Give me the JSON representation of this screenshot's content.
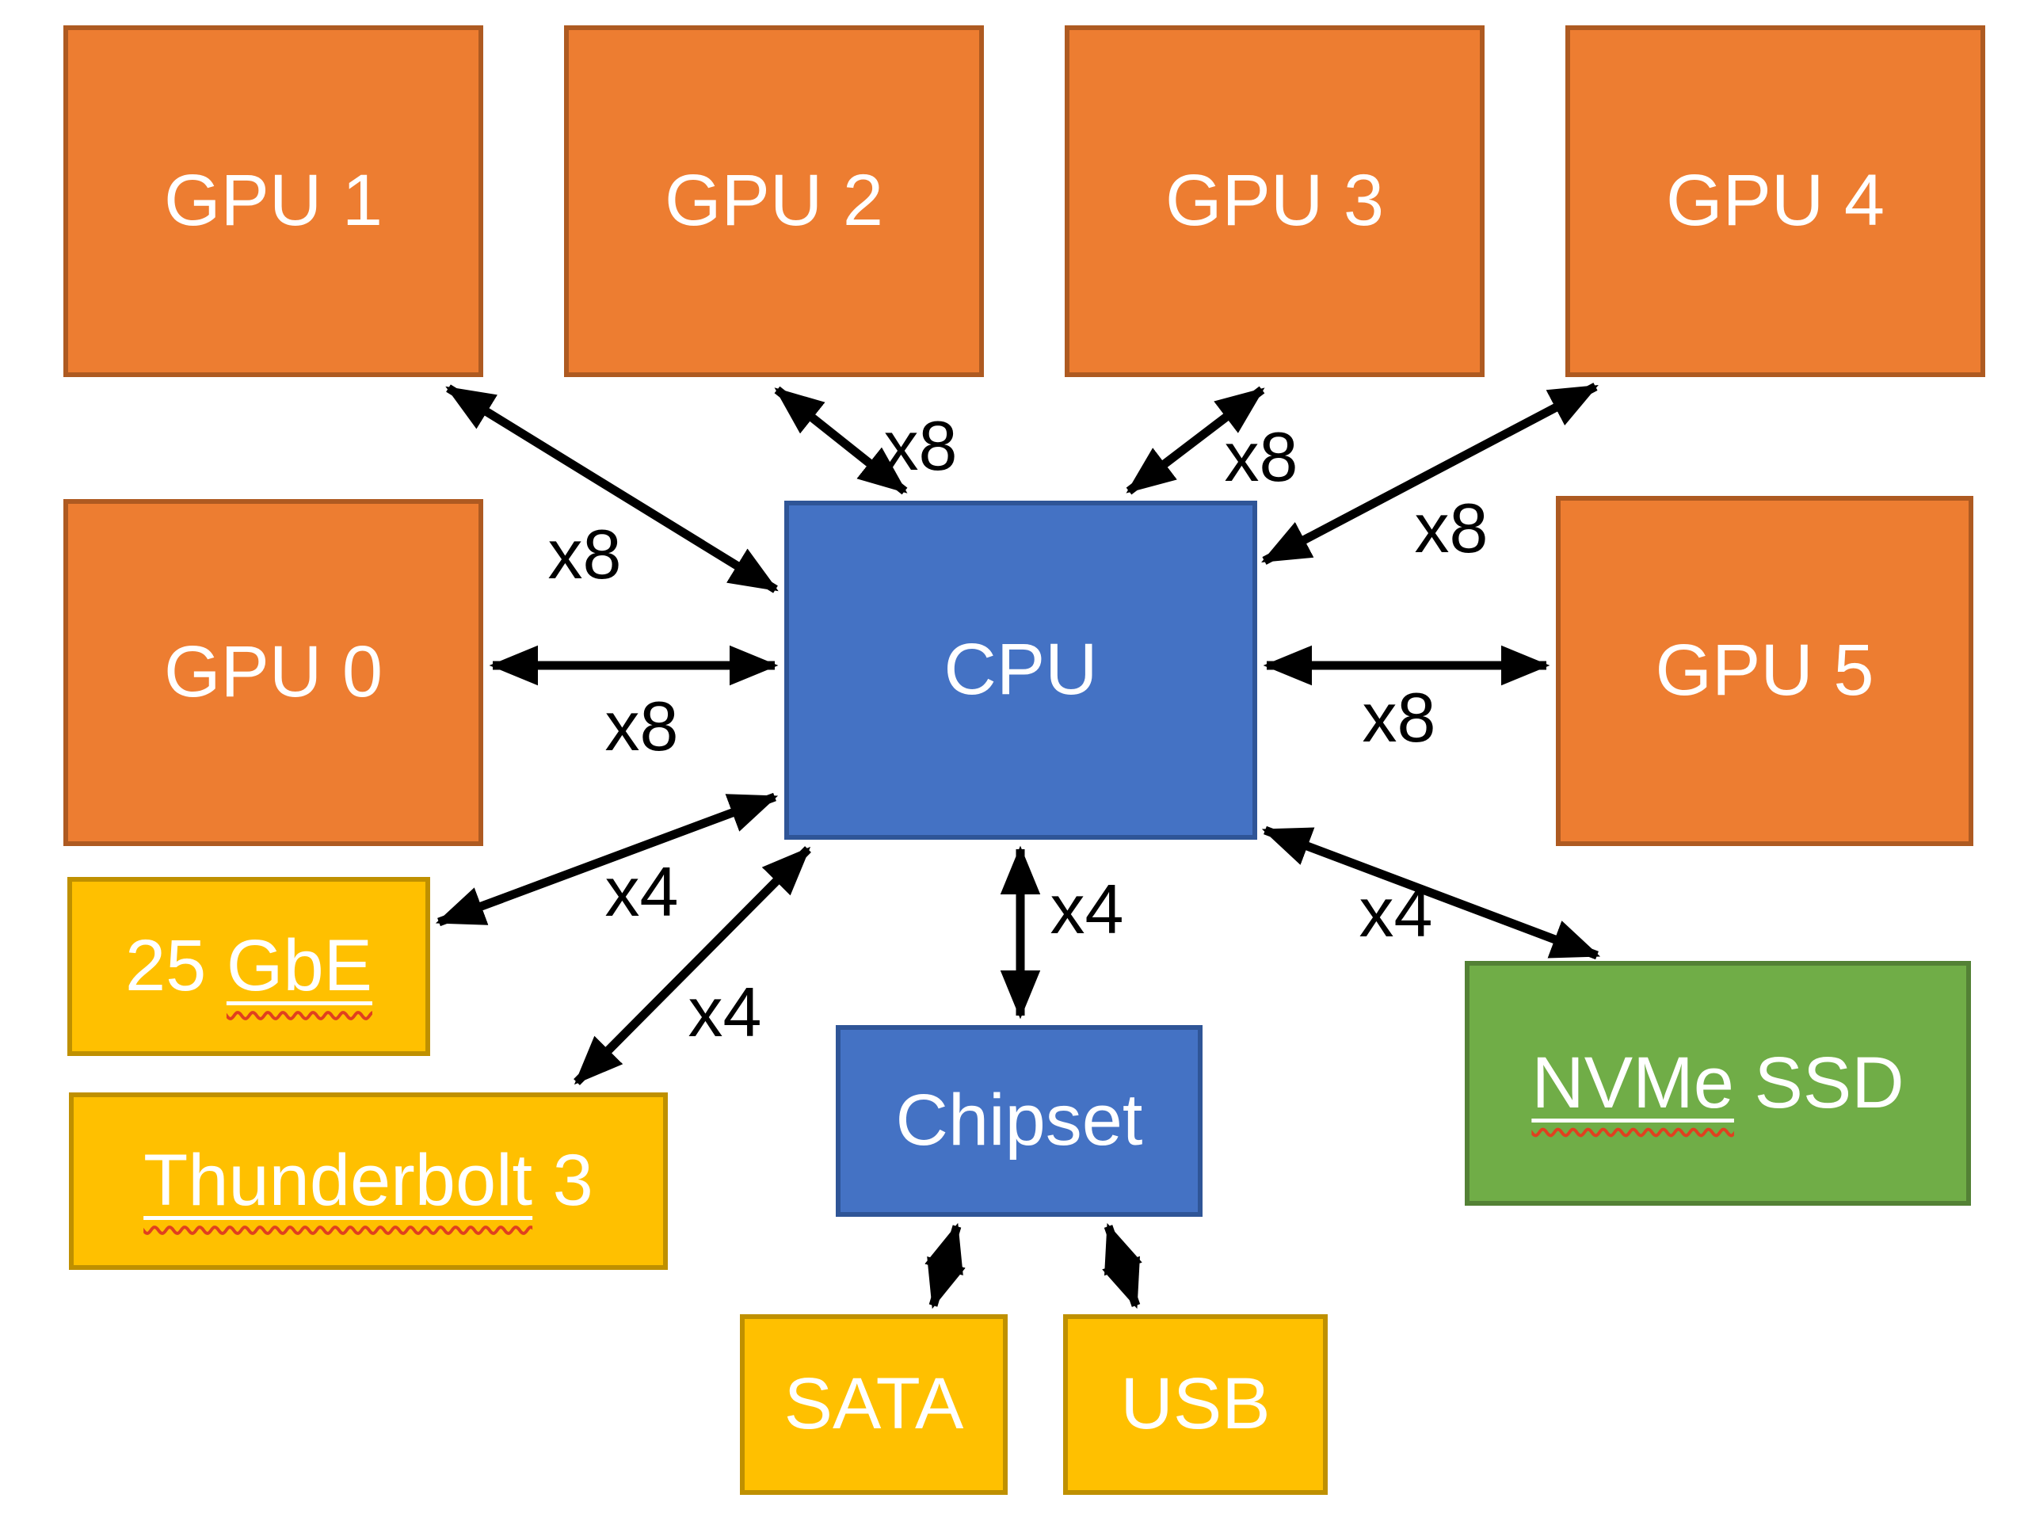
{
  "nodes": {
    "gpu1": {
      "label": "GPU 1"
    },
    "gpu2": {
      "label": "GPU 2"
    },
    "gpu3": {
      "label": "GPU 3"
    },
    "gpu4": {
      "label": "GPU 4"
    },
    "gpu0": {
      "label": "GPU 0"
    },
    "cpu": {
      "label": "CPU"
    },
    "gpu5": {
      "label": "GPU 5"
    },
    "gbe25": {
      "label": "25 GbE",
      "prefix": "25 ",
      "misspelled": "GbE",
      "suffix": ""
    },
    "tb3": {
      "label": "Thunderbolt 3",
      "prefix": "",
      "misspelled": "Thunderbolt",
      "suffix": " 3"
    },
    "chipset": {
      "label": "Chipset"
    },
    "sata": {
      "label": "SATA"
    },
    "usb": {
      "label": "USB"
    },
    "nvme": {
      "label": "NVMe SSD",
      "prefix": "",
      "misspelled": "NVMe",
      "suffix": " SSD"
    }
  },
  "links": [
    {
      "id": "gpu1-cpu",
      "from": "GPU 1",
      "to": "CPU",
      "label": "x8"
    },
    {
      "id": "gpu2-cpu",
      "from": "GPU 2",
      "to": "CPU",
      "label": "x8"
    },
    {
      "id": "gpu3-cpu",
      "from": "GPU 3",
      "to": "CPU",
      "label": "x8"
    },
    {
      "id": "gpu4-cpu",
      "from": "GPU 4",
      "to": "CPU",
      "label": "x8"
    },
    {
      "id": "gpu0-cpu",
      "from": "GPU 0",
      "to": "CPU",
      "label": "x8"
    },
    {
      "id": "cpu-gpu5",
      "from": "CPU",
      "to": "GPU 5",
      "label": "x8"
    },
    {
      "id": "cpu-25gbe",
      "from": "CPU",
      "to": "25 GbE",
      "label": "x4"
    },
    {
      "id": "cpu-tb3",
      "from": "CPU",
      "to": "Thunderbolt 3",
      "label": "x4"
    },
    {
      "id": "cpu-chipset",
      "from": "CPU",
      "to": "Chipset",
      "label": "x4"
    },
    {
      "id": "cpu-nvme",
      "from": "CPU",
      "to": "NVMe SSD",
      "label": "x4"
    },
    {
      "id": "chipset-sata",
      "from": "Chipset",
      "to": "SATA",
      "label": ""
    },
    {
      "id": "chipset-usb",
      "from": "Chipset",
      "to": "USB",
      "label": ""
    }
  ],
  "colors": {
    "gpu_fill": "#ED7D31",
    "gpu_border": "#AE5A21",
    "cpu_chipset_fill": "#4472C4",
    "cpu_chipset_border": "#2F5597",
    "io_fill": "#FFC000",
    "io_border": "#BF9000",
    "ssd_fill": "#70AD47",
    "ssd_border": "#538135",
    "arrow": "#000000",
    "node_text": "#FFFFFF",
    "link_label_text": "#000000",
    "spellcheck_squiggle": "#E0401F",
    "background": "#FFFFFF"
  }
}
